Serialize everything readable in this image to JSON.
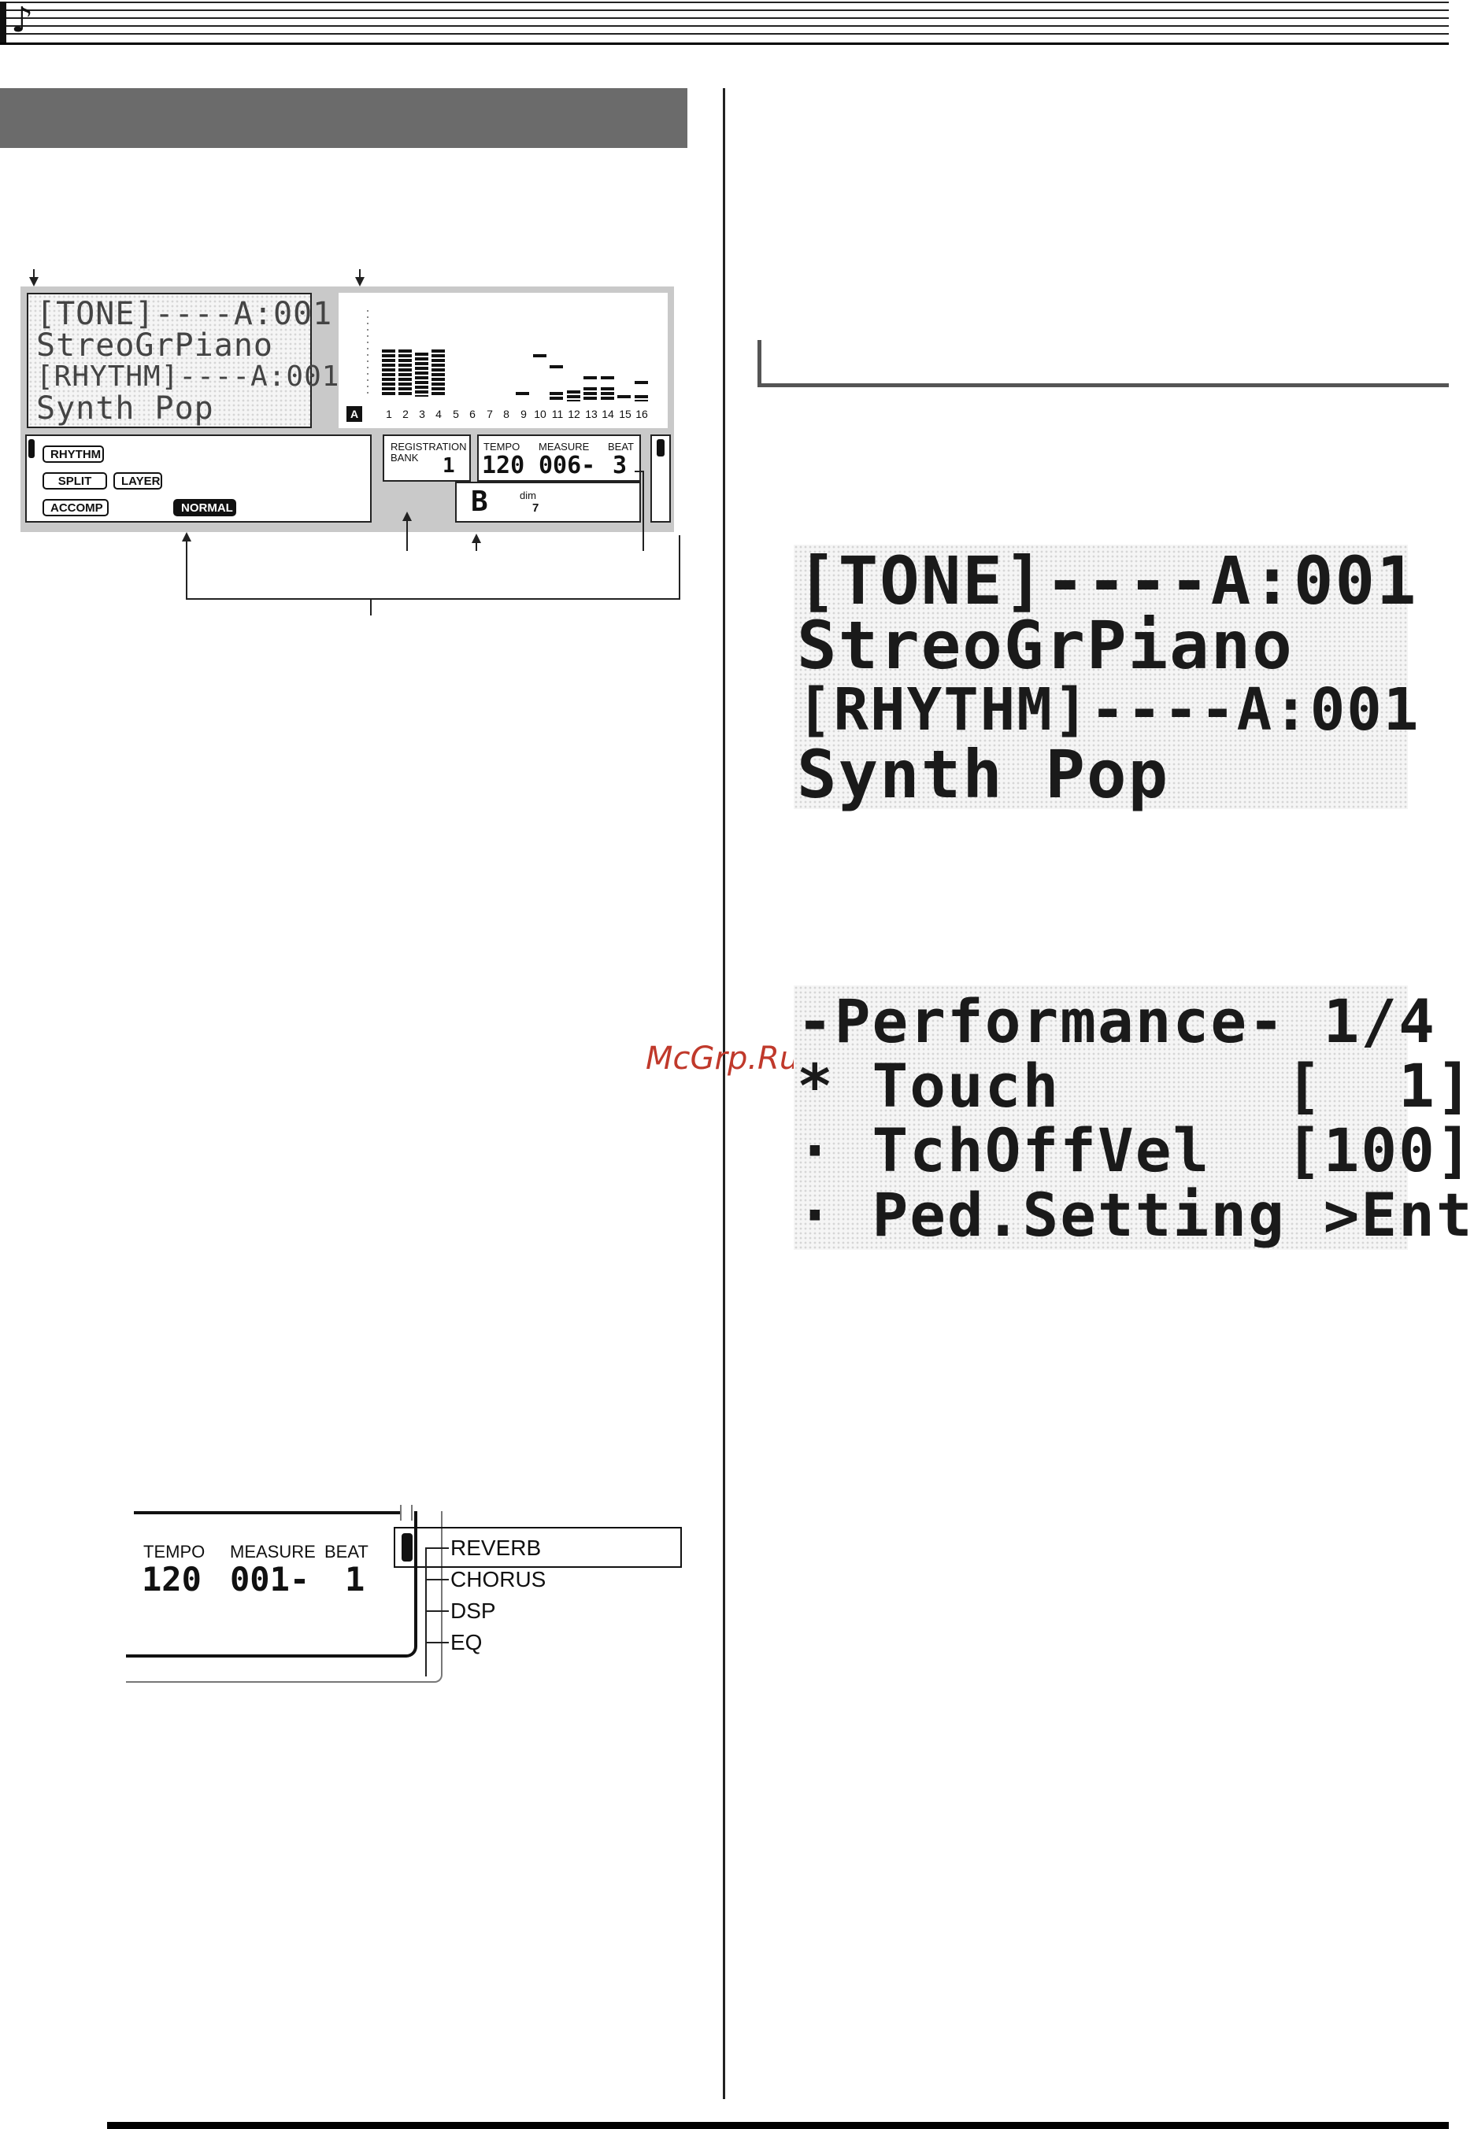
{
  "lcd": {
    "text_lines": [
      "[TONE]----A:001",
      "StreoGrPiano",
      "[RHYTHM]----A:001",
      "Synth Pop"
    ],
    "channel_numbers": [
      "1",
      "2",
      "3",
      "4",
      "5",
      "6",
      "7",
      "8",
      "9",
      "10",
      "11",
      "12",
      "13",
      "14",
      "15",
      "16"
    ],
    "mode_indicator": "A",
    "indicators": {
      "rhythm": "RHYTHM",
      "split": "SPLIT",
      "layer": "LAYER",
      "accomp": "ACCOMP",
      "normal": "NORMAL"
    },
    "registration_label_1": "REGISTRATION",
    "registration_label_2": "BANK",
    "registration_value": "1",
    "tempo_label": "TEMPO",
    "measure_label": "MEASURE",
    "beat_label": "BEAT",
    "tempo_value": "120",
    "measure_value": "006-",
    "beat_value": "3",
    "chord_root": "B",
    "chord_type_1": "dim",
    "chord_type_2": "7"
  },
  "tone_screen": {
    "lines": [
      "[TONE]----A:001",
      "StreoGrPiano",
      "[RHYTHM]----A:001",
      "Synth Pop"
    ]
  },
  "perf_screen": {
    "lines": [
      "-Performance- 1/4",
      "* Touch      [  1]",
      "· TchOffVel  [100]",
      "· Ped.Setting >Ent"
    ]
  },
  "watermark": "McGrp.Ru",
  "fx_diagram": {
    "tempo_label": "TEMPO",
    "measure_label": "MEASURE",
    "beat_label": "BEAT",
    "tempo_value": "120",
    "measure_value": "001-",
    "beat_value": "1",
    "effects": [
      "REVERB",
      "CHORUS",
      "DSP",
      "EQ"
    ]
  }
}
